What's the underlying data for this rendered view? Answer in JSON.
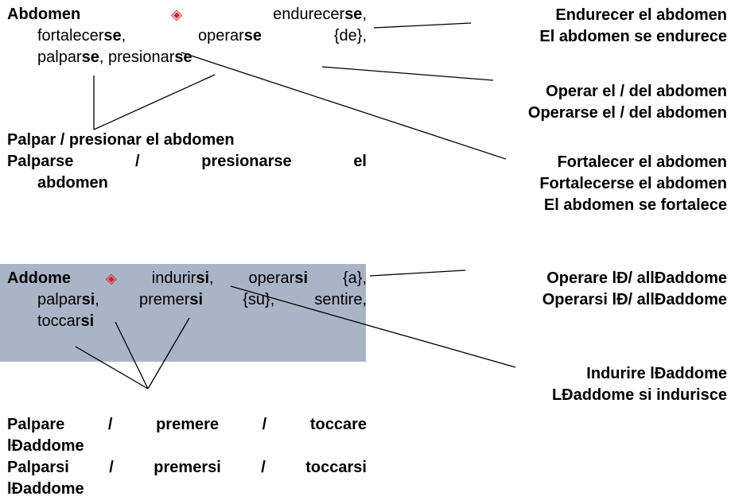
{
  "colors": {
    "shade": "#a9b5c7",
    "diamond": "#d6262b",
    "text": "#000000"
  },
  "diamond_symbol": "◈",
  "spanish": {
    "headword": "Abdomen",
    "line1": {
      "v1": "endurecer",
      "v1_suffix": "se",
      "comma1": ","
    },
    "line2": {
      "v2": "fortalecer",
      "v2_suffix": "se",
      "comma2": ",",
      "v3": "operar",
      "v3_suffix": "se",
      "brace": "{de},"
    },
    "line3": {
      "v4": "palpar",
      "v4_suffix": "se",
      "sep": ", ",
      "v5": "presionar",
      "v5_suffix": "se"
    },
    "left_phrases": {
      "p1": "Palpar / presionar el abdomen",
      "p2_words": [
        "Palparse",
        "/",
        "presionarse",
        "el"
      ],
      "p2_cont": "abdomen"
    },
    "right_phrases": {
      "r1": "Endurecer el abdomen",
      "r2": "El abdomen se endurece",
      "r3": "Operar el / del abdomen",
      "r4": "Operarse el / del abdomen",
      "r5": "Fortalecer el abdomen",
      "r6": "Fortalecerse el abdomen",
      "r7": "El abdomen se fortalece"
    }
  },
  "italian": {
    "headword": "Addome",
    "line1": {
      "v1": "indurir",
      "v1_suffix": "si",
      "comma1": ",",
      "v2": "operar",
      "v2_suffix": "si",
      "brace": "{a},"
    },
    "line2": {
      "v3": "palpar",
      "v3_suffix": "si",
      "comma": ",",
      "v4": "premer",
      "v4_suffix": "si",
      "brace": "{su},",
      "v5": "sentire,"
    },
    "line3": {
      "v6": "toccar",
      "v6_suffix": "si"
    },
    "left_phrases": {
      "p1_words": [
        "Palpare",
        "/",
        "premere",
        "/",
        "toccare"
      ],
      "p1_cont": "lÐaddome",
      "p2_words": [
        "Palparsi",
        "/",
        "premersi",
        "/",
        "toccarsi"
      ],
      "p2_cont": "lÐaddome"
    },
    "right_phrases": {
      "r1": "Operare lÐ/ allÐaddome",
      "r2": "Operarsi lÐ/ allÐaddome",
      "r3": "Indurire lÐaddome",
      "r4": "LÐaddome si indurisce"
    }
  }
}
